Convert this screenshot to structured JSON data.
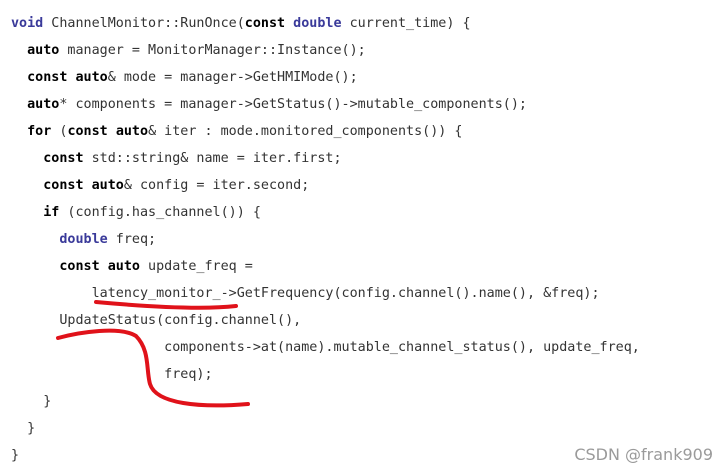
{
  "code": {
    "lines": [
      [
        [
          "kw2",
          "void"
        ],
        [
          "t",
          " ChannelMonitor::RunOnce("
        ],
        [
          "kw",
          "const"
        ],
        [
          "t",
          " "
        ],
        [
          "kw2",
          "double"
        ],
        [
          "t",
          " current_time) {"
        ]
      ],
      [
        [
          "t",
          "  "
        ],
        [
          "kw",
          "auto"
        ],
        [
          "t",
          " manager = MonitorManager::Instance();"
        ]
      ],
      [
        [
          "t",
          "  "
        ],
        [
          "kw",
          "const"
        ],
        [
          "t",
          " "
        ],
        [
          "kw",
          "auto"
        ],
        [
          "t",
          "& mode = manager->GetHMIMode();"
        ]
      ],
      [
        [
          "t",
          "  "
        ],
        [
          "kw",
          "auto"
        ],
        [
          "t",
          "* components = manager->GetStatus()->mutable_components();"
        ]
      ],
      [
        [
          "t",
          "  "
        ],
        [
          "kw",
          "for"
        ],
        [
          "t",
          " ("
        ],
        [
          "kw",
          "const"
        ],
        [
          "t",
          " "
        ],
        [
          "kw",
          "auto"
        ],
        [
          "t",
          "& iter : mode.monitored_components()) {"
        ]
      ],
      [
        [
          "t",
          "    "
        ],
        [
          "kw",
          "const"
        ],
        [
          "t",
          " std::string& name = iter.first;"
        ]
      ],
      [
        [
          "t",
          "    "
        ],
        [
          "kw",
          "const"
        ],
        [
          "t",
          " "
        ],
        [
          "kw",
          "auto"
        ],
        [
          "t",
          "& config = iter.second;"
        ]
      ],
      [
        [
          "t",
          "    "
        ],
        [
          "kw",
          "if"
        ],
        [
          "t",
          " (config.has_channel()) {"
        ]
      ],
      [
        [
          "t",
          "      "
        ],
        [
          "kw2",
          "double"
        ],
        [
          "t",
          " freq;"
        ]
      ],
      [
        [
          "t",
          "      "
        ],
        [
          "kw",
          "const"
        ],
        [
          "t",
          " "
        ],
        [
          "kw",
          "auto"
        ],
        [
          "t",
          " update_freq ="
        ]
      ],
      [
        [
          "t",
          "          latency_monitor_->GetFrequency(config.channel().name(), &freq);"
        ]
      ],
      [
        [
          "t",
          "      UpdateStatus(config.channel(),"
        ]
      ],
      [
        [
          "t",
          "                   components->at(name).mutable_channel_status(), update_freq,"
        ]
      ],
      [
        [
          "t",
          "                   freq);"
        ]
      ],
      [
        [
          "t",
          "    }"
        ]
      ],
      [
        [
          "t",
          "  }"
        ]
      ],
      [
        [
          "t",
          "}"
        ]
      ]
    ]
  },
  "annotation": {
    "color": "#e0121a"
  },
  "watermark": {
    "text": "CSDN @frank909"
  }
}
